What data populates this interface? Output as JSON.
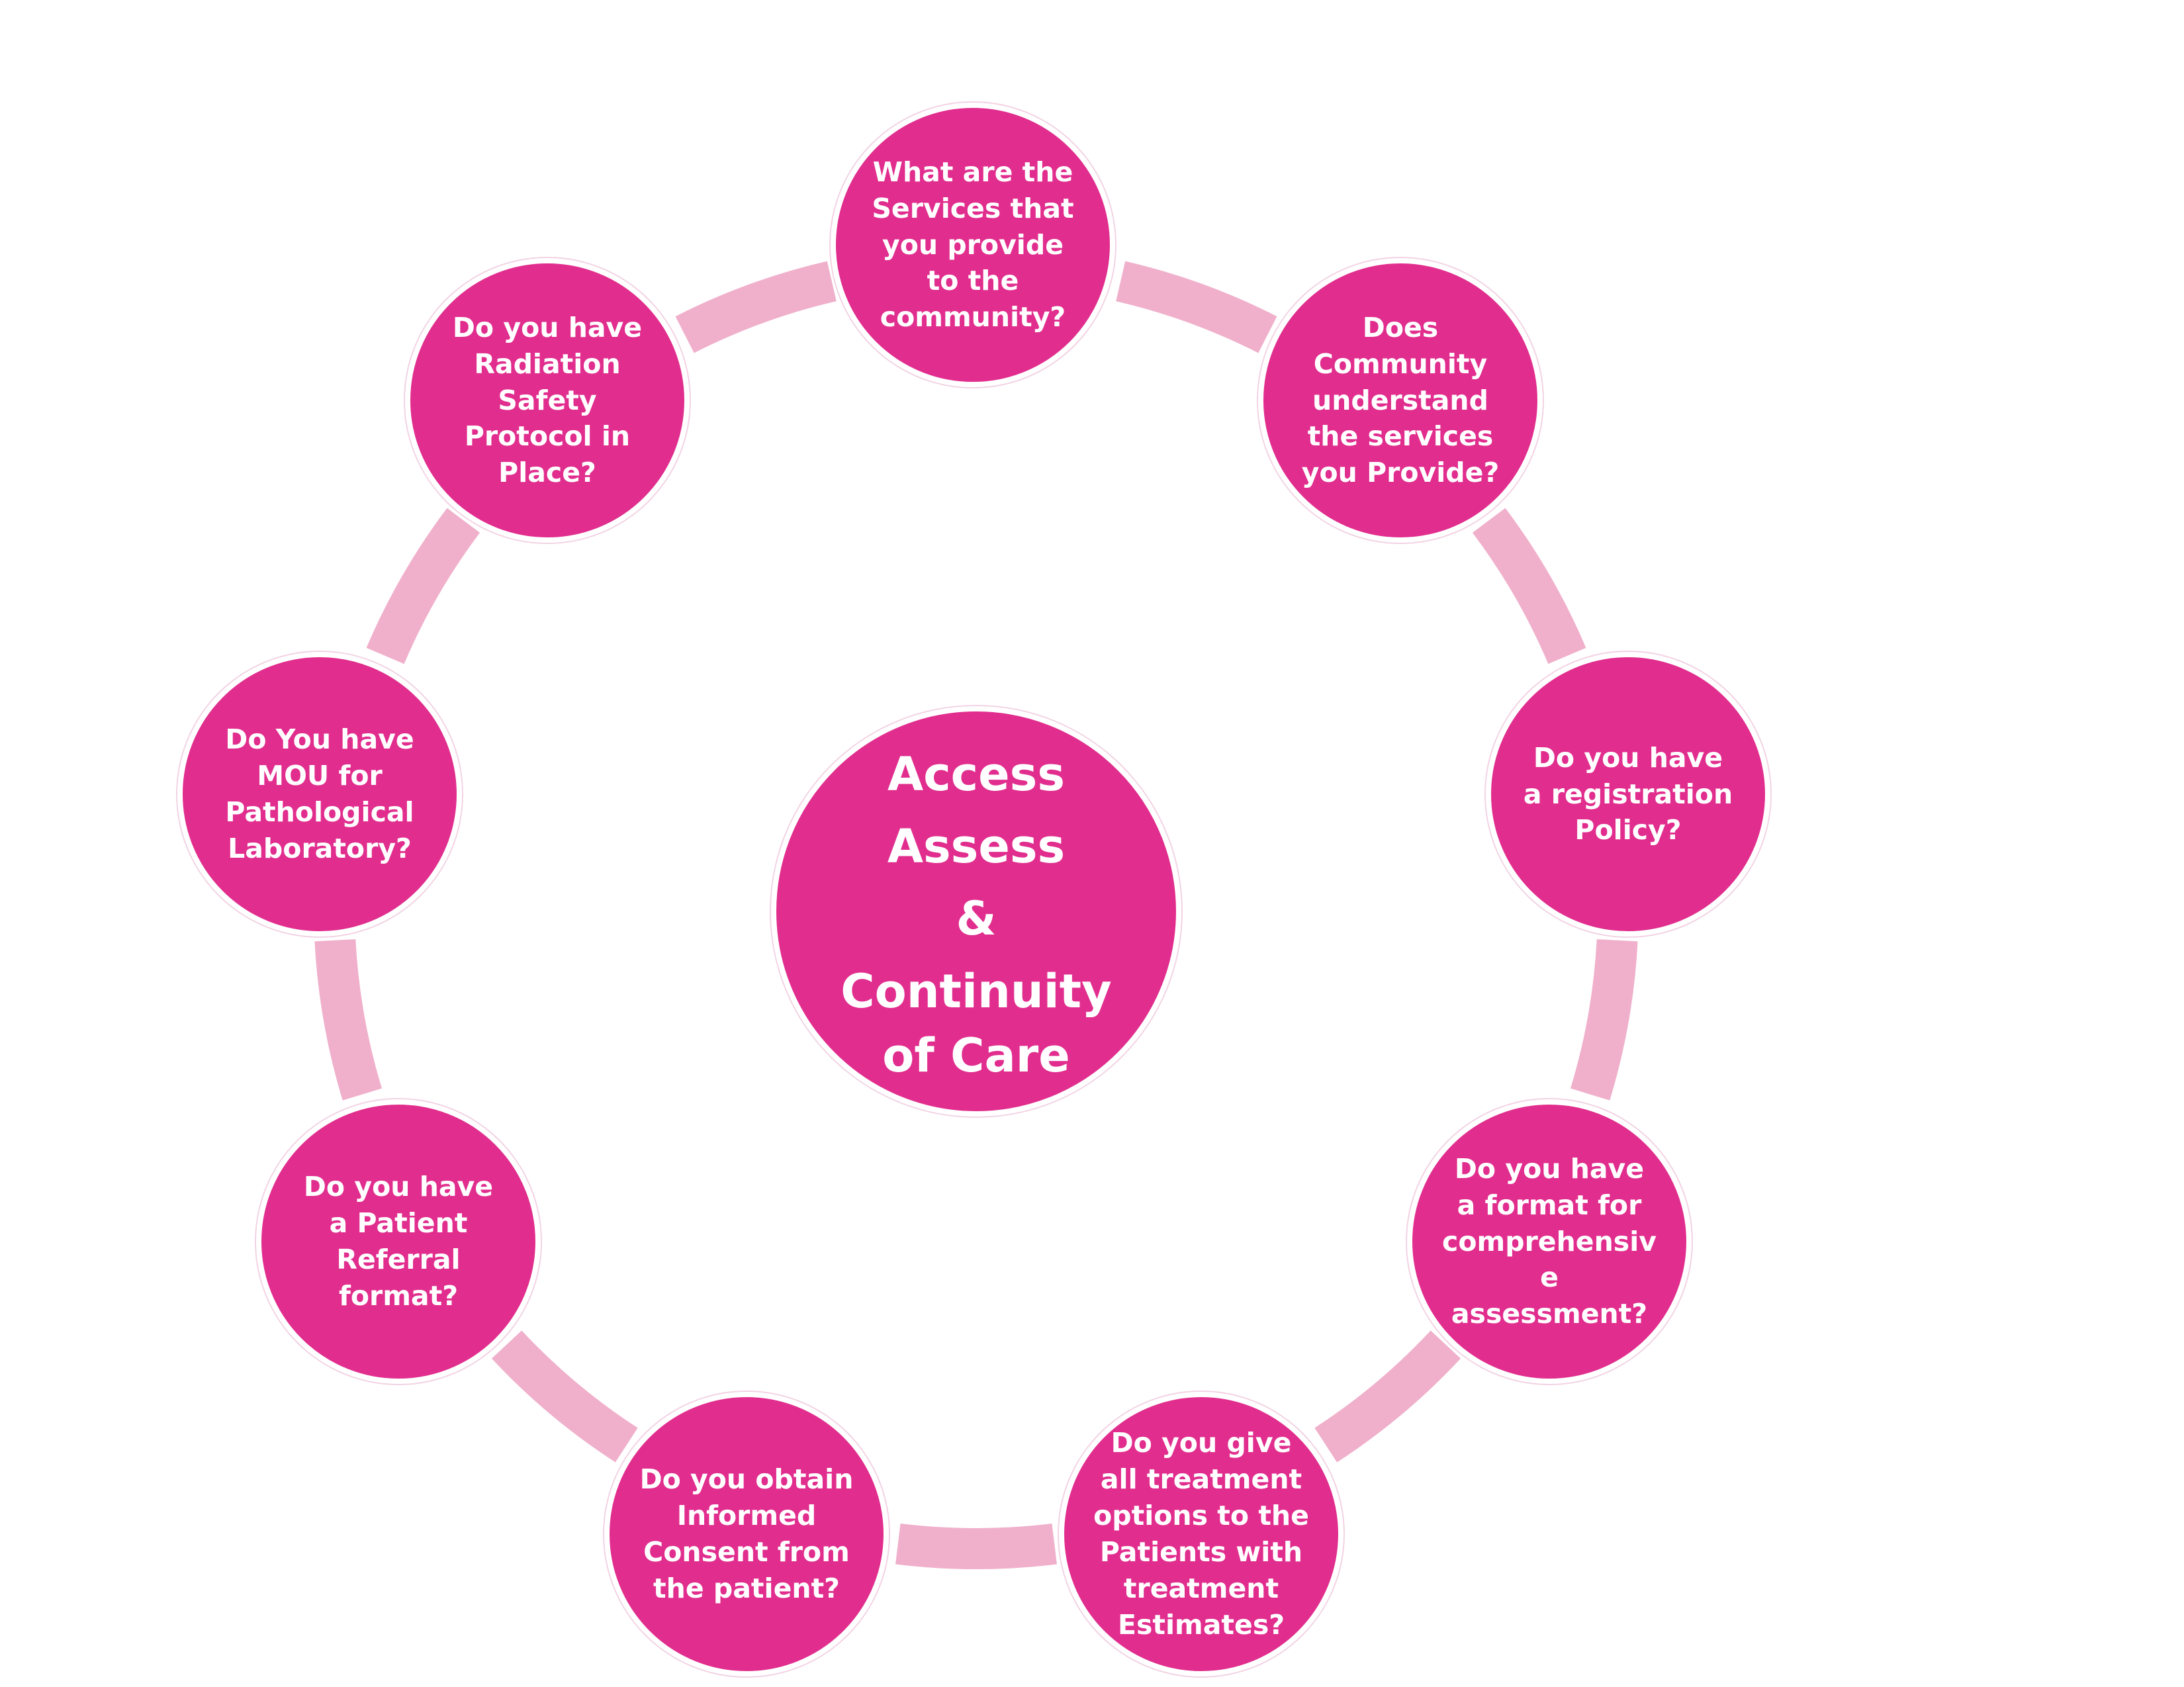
{
  "colors": {
    "node_fill": "#e12e8e",
    "connector": "#f0b0cb",
    "node_border": "#ffffff",
    "text": "#ffffff",
    "background": "#ffffff"
  },
  "center": {
    "lines": [
      "Access",
      "Assess",
      "&",
      "Continuity",
      "of Care"
    ]
  },
  "nodes": [
    {
      "id": "services",
      "text": "What are the\nServices that\nyou provide\nto the\ncommunity?"
    },
    {
      "id": "community-understanding",
      "text": "Does\nCommunity\nunderstand\nthe services\nyou Provide?"
    },
    {
      "id": "registration-policy",
      "text": "Do you have\na registration\nPolicy?"
    },
    {
      "id": "assessment-format",
      "text": "Do you have\na format for\ncomprehensiv\ne\nassessment?"
    },
    {
      "id": "treatment-options",
      "text": "Do you give\nall treatment\noptions to the\nPatients with\ntreatment\nEstimates?"
    },
    {
      "id": "informed-consent",
      "text": "Do you obtain\nInformed\nConsent from\nthe patient?"
    },
    {
      "id": "referral-format",
      "text": "Do you have\na Patient\nReferral\nformat?"
    },
    {
      "id": "mou-laboratory",
      "text": "Do You have\nMOU for\nPathological\nLaboratory?"
    },
    {
      "id": "radiation-safety",
      "text": "Do you have\nRadiation\nSafety\nProtocol in\nPlace?"
    }
  ]
}
